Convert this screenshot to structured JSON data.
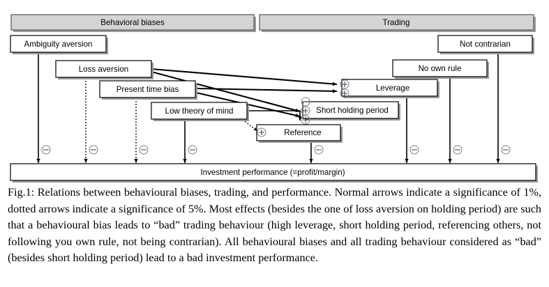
{
  "figure": {
    "headers": [
      {
        "id": "behavioral-biases",
        "label": "Behavioral biases"
      },
      {
        "id": "trading",
        "label": "Trading"
      }
    ],
    "nodes": [
      {
        "id": "ambiguity-aversion",
        "label": "Ambiguity aversion"
      },
      {
        "id": "loss-aversion",
        "label": "Loss aversion"
      },
      {
        "id": "present-time-bias",
        "label": "Present time bias"
      },
      {
        "id": "low-theory-of-mind",
        "label": "Low theory of mind"
      },
      {
        "id": "not-contrarian",
        "label": "Not contrarian"
      },
      {
        "id": "no-own-rule",
        "label": "No own rule"
      },
      {
        "id": "leverage",
        "label": "Leverage"
      },
      {
        "id": "short-holding-period",
        "label": "Short holding period"
      },
      {
        "id": "reference",
        "label": "Reference"
      },
      {
        "id": "investment-performance",
        "label": "Investment performance (=profit/margin)"
      }
    ],
    "signs": {
      "plus": "⊕",
      "minus": "⊖"
    },
    "edges": [
      {
        "from": "loss-aversion",
        "to": "leverage",
        "sign": "plus",
        "style": "solid"
      },
      {
        "from": "present-time-bias",
        "to": "leverage",
        "sign": "plus",
        "style": "solid"
      },
      {
        "from": "loss-aversion",
        "to": "short-holding-period",
        "sign": "minus",
        "style": "solid"
      },
      {
        "from": "present-time-bias",
        "to": "short-holding-period",
        "sign": "plus",
        "style": "solid"
      },
      {
        "from": "low-theory-of-mind",
        "to": "short-holding-period",
        "sign": "plus",
        "style": "solid"
      },
      {
        "from": "low-theory-of-mind",
        "to": "reference",
        "sign": "plus",
        "style": "dotted"
      },
      {
        "from": "ambiguity-aversion",
        "to": "investment-performance",
        "sign": "minus",
        "style": "solid"
      },
      {
        "from": "loss-aversion",
        "to": "investment-performance",
        "sign": "minus",
        "style": "dotted"
      },
      {
        "from": "present-time-bias",
        "to": "investment-performance",
        "sign": "minus",
        "style": "dotted"
      },
      {
        "from": "low-theory-of-mind",
        "to": "investment-performance",
        "sign": "minus",
        "style": "solid"
      },
      {
        "from": "reference",
        "to": "investment-performance",
        "sign": "minus",
        "style": "solid"
      },
      {
        "from": "leverage",
        "to": "investment-performance",
        "sign": "minus",
        "style": "solid"
      },
      {
        "from": "no-own-rule",
        "to": "investment-performance",
        "sign": "minus",
        "style": "solid"
      },
      {
        "from": "not-contrarian",
        "to": "investment-performance",
        "sign": "minus",
        "style": "solid"
      }
    ]
  },
  "caption": {
    "text": "Fig.1: Relations between behavioural biases, trading, and performance. Normal arrows indicate a significance of 1%, dotted arrows indicate a significance of 5%. Most effects (besides the one of loss aversion on holding period) are such that a behavioural bias leads to “bad” trading behaviour (high leverage, short holding period, referencing others, not following you own rule, not being contrarian). All behavioural biases and all trading behaviour considered as “bad” (besides short holding period) lead to a bad investment performance."
  },
  "colors": {
    "header_fill": "#d4d4d4",
    "box_fill": "#ffffff",
    "line": "#000000",
    "sign_circle": "#7b7f99"
  }
}
